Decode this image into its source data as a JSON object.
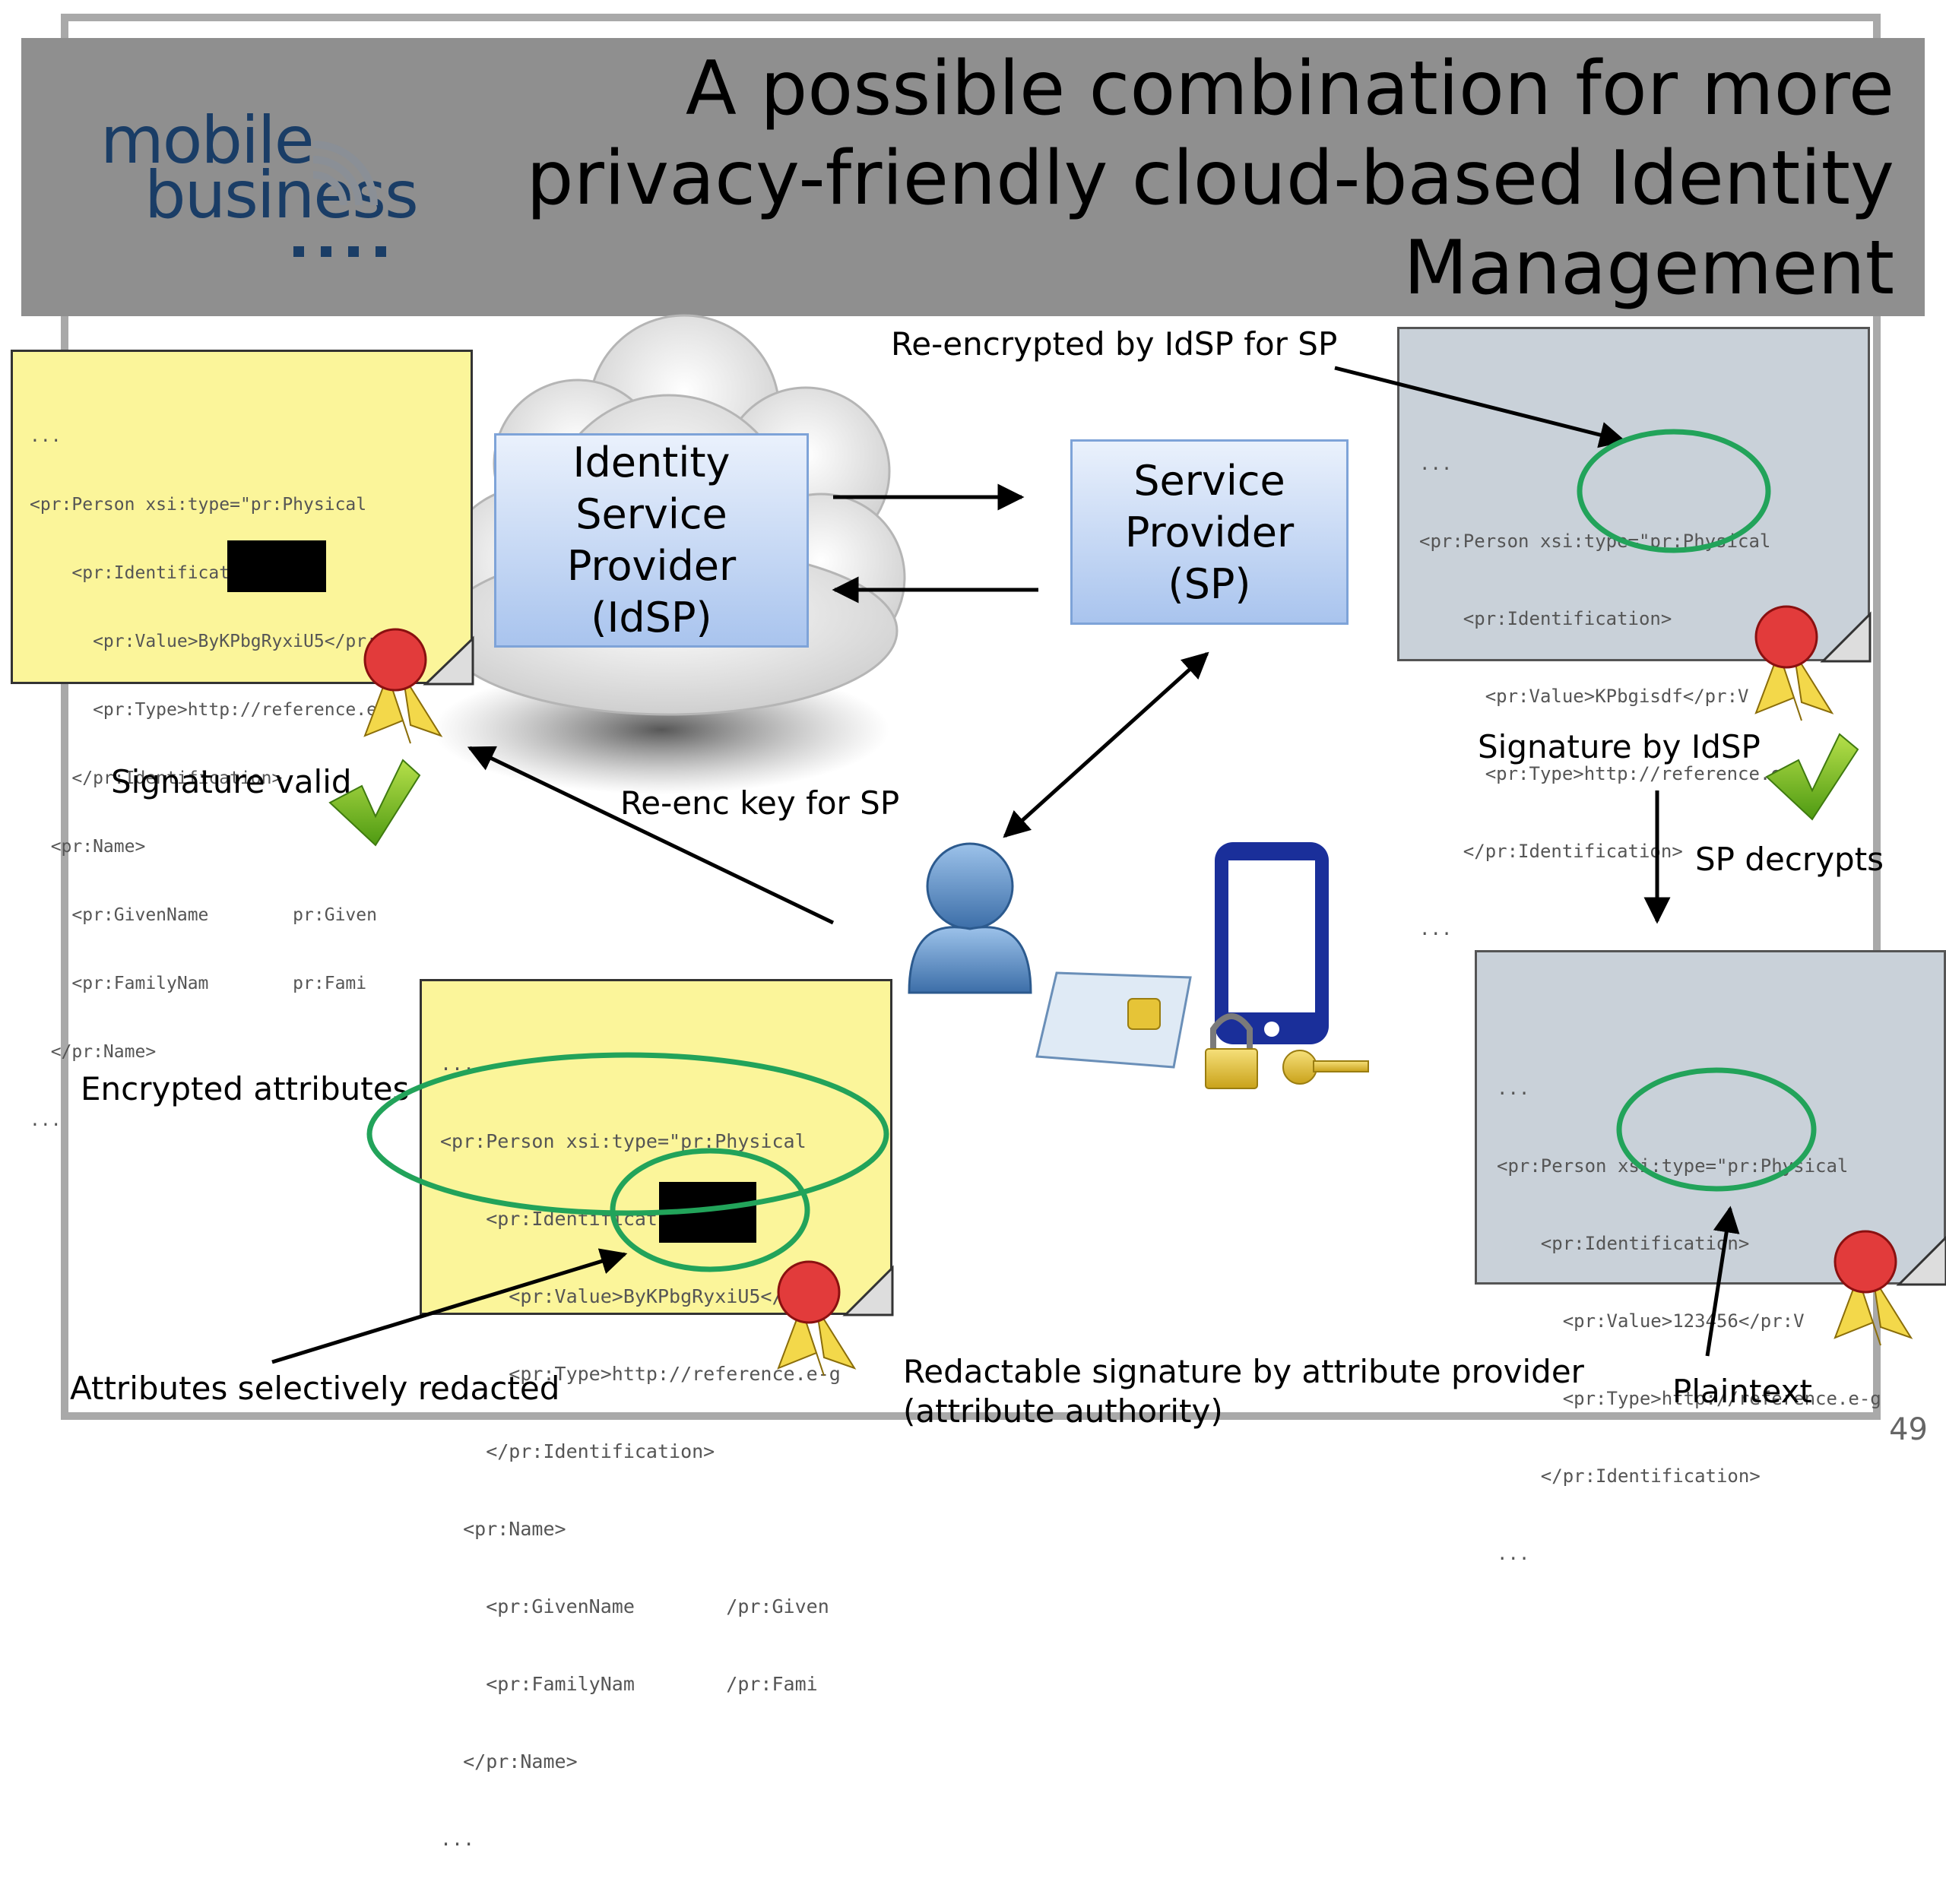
{
  "title": "A possible combination for more privacy-friendly cloud-based Identity Management",
  "logo": {
    "line1": "mobile",
    "line2": "business"
  },
  "boxes": {
    "idsp": [
      "Identity",
      "Service",
      "Provider",
      "(IdSP)"
    ],
    "sp": [
      "Service",
      "Provider",
      "(SP)"
    ]
  },
  "labels": {
    "reencrypted": "Re-encrypted by IdSP for SP",
    "signature_valid": "Signature valid",
    "reenc_key": "Re-enc key for SP",
    "signature_idsp": "Signature by IdSP",
    "sp_decrypts": "SP decrypts",
    "encrypted_attributes": "Encrypted attributes",
    "attributes_redacted": "Attributes selectively redacted",
    "redactable_line1": "Redactable signature by attribute provider",
    "redactable_line2": "(attribute authority)",
    "plaintext": "Plaintext"
  },
  "doc_top_left": [
    "...",
    "<pr:Person xsi:type=\"pr:Physical",
    "    <pr:Identification>",
    "      <pr:Value>ByKPbgRyxiU5</pr:V",
    "      <pr:Type>http://reference.e-g",
    "    </pr:Identification>",
    "  <pr:Name>",
    "    <pr:GivenName        pr:Given",
    "    <pr:FamilyNam        pr:Fami",
    "  </pr:Name>",
    "..."
  ],
  "doc_top_right": [
    "...",
    "<pr:Person xsi:type=\"pr:Physical",
    "    <pr:Identification>",
    "      <pr:Value>KPbgisdf</pr:V",
    "      <pr:Type>http://reference.e-g",
    "    </pr:Identification>",
    "..."
  ],
  "doc_bottom_center": [
    "...",
    "<pr:Person xsi:type=\"pr:Physical",
    "    <pr:Identification>",
    "      <pr:Value>ByKPbgRyxiU5</pr:V",
    "      <pr:Type>http://reference.e-g",
    "    </pr:Identification>",
    "  <pr:Name>",
    "    <pr:GivenName        /pr:Given",
    "    <pr:FamilyNam        /pr:Fami",
    "  </pr:Name>",
    "..."
  ],
  "doc_bottom_right": [
    "...",
    "<pr:Person xsi:type=\"pr:Physical",
    "    <pr:Identification>",
    "      <pr:Value>123456</pr:V",
    "      <pr:Type>http://reference.e-g",
    "    </pr:Identification>",
    "..."
  ],
  "page_number": "49",
  "colors": {
    "header": "#8f8f8f",
    "highlight": "#22a35a",
    "box_border": "#7ea3d8",
    "logo": "#1a3d66"
  },
  "icons": [
    "cloud-icon",
    "user-icon",
    "smartphone-icon",
    "smart-card-icon",
    "padlock-icon",
    "key-icon",
    "seal-icon",
    "checkmark-icon"
  ]
}
